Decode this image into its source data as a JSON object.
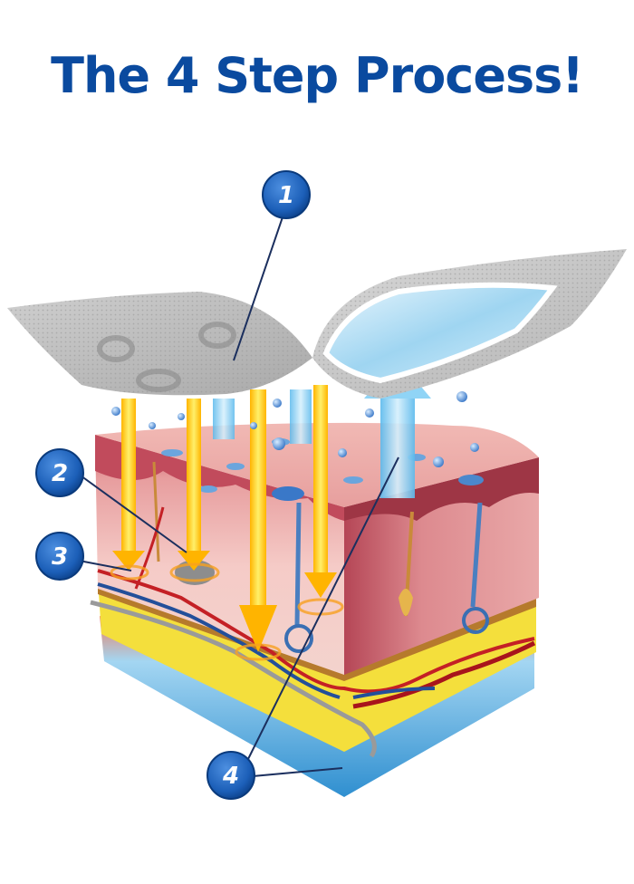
{
  "title": "The 4 Step Process!",
  "colors": {
    "title": "#0a4a9f",
    "badge": "#1c5fb8",
    "arrow_yellow": "#ffd21a",
    "arrow_blue": "#8ad2f5",
    "skin_top": "#c55a6a",
    "skin_mid": "#f2c0bd",
    "fat": "#f3e14a",
    "base": "#7fc7ee"
  },
  "badges": [
    {
      "label": "1",
      "icon": "numbered-circle-icon"
    },
    {
      "label": "2",
      "icon": "numbered-circle-icon"
    },
    {
      "label": "3",
      "icon": "numbered-circle-icon"
    },
    {
      "label": "4",
      "icon": "numbered-circle-icon"
    }
  ]
}
